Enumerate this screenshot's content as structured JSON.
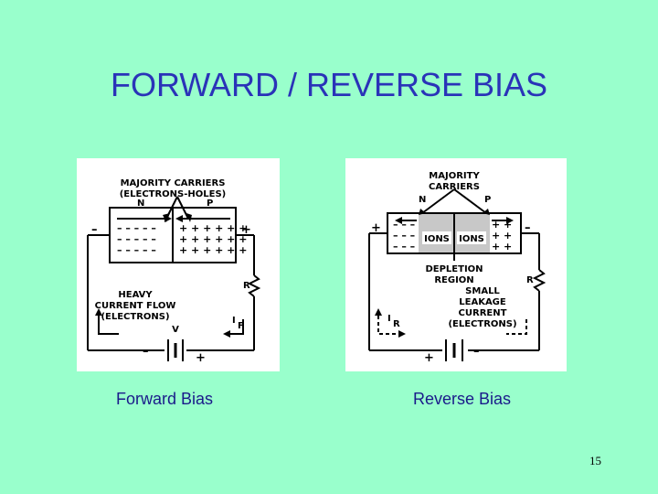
{
  "slide": {
    "title": "FORWARD / REVERSE BIAS",
    "page_number": "15"
  },
  "forward": {
    "caption": "Forward Bias",
    "majority_line1": "MAJORITY CARRIERS",
    "majority_line2": "(ELECTRONS-HOLES)",
    "n": "N",
    "p": "P",
    "flow_line1": "HEAVY",
    "flow_line2": "CURRENT FLOW",
    "flow_line3": "(ELECTRONS)",
    "v": "V",
    "r": "R",
    "i": "I",
    "i_sub": "F",
    "minus": "–",
    "plus": "+"
  },
  "reverse": {
    "caption": "Reverse Bias",
    "majority_line1": "MAJORITY",
    "majority_line2": "CARRIERS",
    "n": "N",
    "p": "P",
    "ions_left": "IONS",
    "ions_right": "IONS",
    "depletion_line1": "DEPLETION",
    "depletion_line2": "REGION",
    "leak_line1": "SMALL",
    "leak_line2": "LEAKAGE",
    "leak_line3": "CURRENT",
    "leak_line4": "(ELECTRONS)",
    "r": "R",
    "i": "I",
    "i_sub": "R",
    "minus": "–",
    "plus": "+"
  }
}
